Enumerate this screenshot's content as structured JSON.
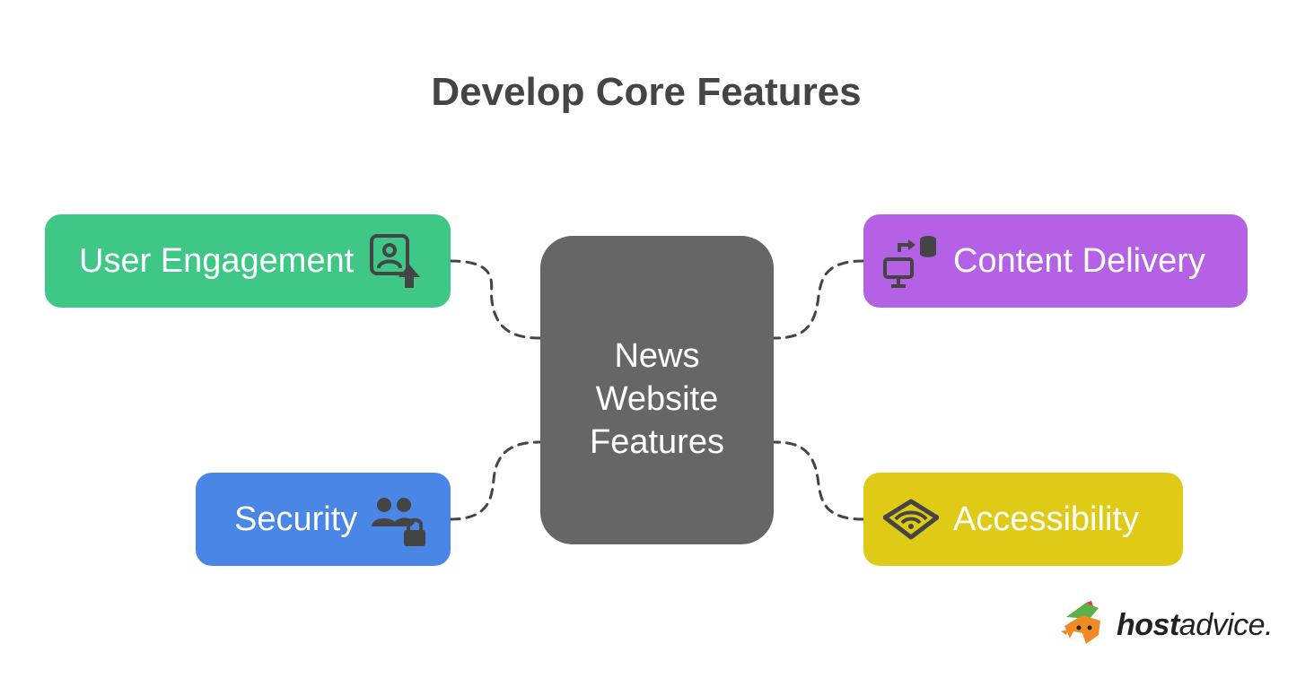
{
  "title": "Develop Core Features",
  "center": {
    "lines": [
      "News",
      "Website",
      "Features"
    ]
  },
  "features": {
    "engagement": {
      "label": "User Engagement",
      "icon": "user-upload-icon",
      "color": "#3EC786"
    },
    "delivery": {
      "label": "Content Delivery",
      "icon": "database-transfer-icon",
      "color": "#B561E6"
    },
    "security": {
      "label": "Security",
      "icon": "users-lock-icon",
      "color": "#4A86E6"
    },
    "accessibility": {
      "label": "Accessibility",
      "icon": "wifi-signal-icon",
      "color": "#DFCB16"
    }
  },
  "colors": {
    "title": "#444444",
    "center": "#666666",
    "connector": "#444444"
  },
  "logo": {
    "bold": "host",
    "light": "advice.",
    "icon": "fox-mascot-icon"
  }
}
